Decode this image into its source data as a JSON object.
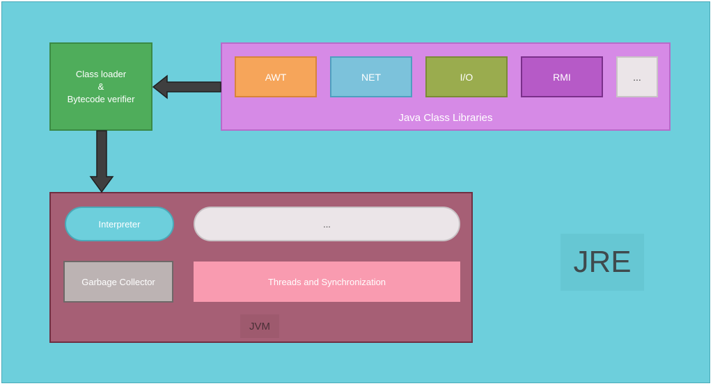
{
  "class_loader": {
    "line1": "Class loader",
    "line2": "&",
    "line3": "Bytecode verifier"
  },
  "libraries": {
    "caption": "Java Class Libraries",
    "items": [
      "AWT",
      "NET",
      "I/O",
      "RMI",
      "..."
    ]
  },
  "jvm": {
    "label": "JVM",
    "interpreter": "Interpreter",
    "more": "...",
    "garbage_collector": "Garbage Collector",
    "threads": "Threads and Synchronization"
  },
  "jre": {
    "label": "JRE"
  },
  "colors": {
    "background": "#6dcfdc",
    "class_loader": "#4fad5b",
    "libraries": "#d68ae6",
    "jvm": "#a65f75",
    "arrow": "#3f3f3f"
  }
}
